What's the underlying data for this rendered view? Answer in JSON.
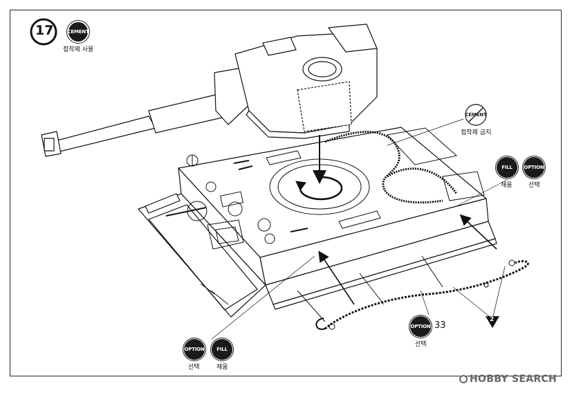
{
  "step": {
    "number": "17"
  },
  "cement": {
    "badge": "CEMENT",
    "caption": "접착제 사용"
  },
  "no_cement": {
    "badge": "CEMENT",
    "caption": "접착제 금지"
  },
  "fill_right": {
    "badge": "FILL",
    "caption": "채움"
  },
  "option_right": {
    "badge": "OPTION",
    "caption": "선택"
  },
  "option_bottom_left": {
    "badge": "OPTION",
    "caption": "선택"
  },
  "fill_bottom_left": {
    "badge": "FILL",
    "caption": "채움"
  },
  "option_cable": {
    "badge": "OPTION",
    "caption": "선택",
    "part": "33"
  },
  "part_marker": {
    "label": "2"
  },
  "watermark": {
    "text": "HOBBY SEARCH"
  },
  "colors": {
    "ink": "#111111",
    "badge_fill": "#1a1a1a",
    "paper": "#ffffff"
  }
}
